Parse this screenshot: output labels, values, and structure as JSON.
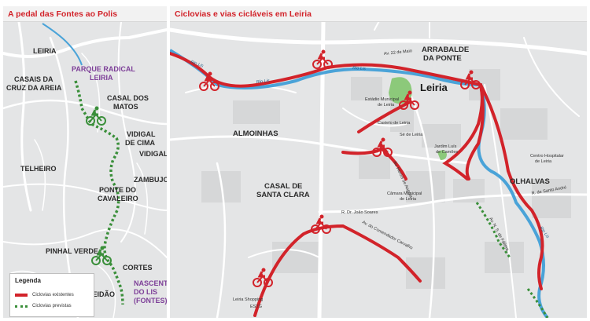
{
  "left_panel": {
    "title": "A pedal das Fontes ao Polis",
    "labels": {
      "leiria": "LEIRIA",
      "parque_line1": "PARQUE RADICAL",
      "parque_line2": "LEIRIA",
      "casais_line1": "CASAIS DA",
      "casais_line2": "CRUZ DA AREIA",
      "casal_matos_line1": "CASAL DOS",
      "casal_matos_line2": "MATOS",
      "vidigal_cima_line1": "VIDIGAL",
      "vidigal_cima_line2": "DE CIMA",
      "vidigal": "VIDIGAL",
      "telheiro": "TELHEIRO",
      "zambujo": "ZAMBUJO",
      "ponte_line1": "PONTE DO",
      "ponte_line2": "CAVALEIRO",
      "pinhal_verde": "PINHAL VERDE",
      "cortes": "CORTES",
      "alqueidao": "ALQUEIDÃO",
      "nascente_line1": "NASCENTE",
      "nascente_line2": "DO LIS",
      "nascente_line3": "(FONTES)"
    },
    "legend": {
      "title": "Legenda",
      "existing": "Ciclovias existentes",
      "planned": "Ciclovias previstas"
    }
  },
  "right_panel": {
    "title": "Ciclovias e vias cicláveis em Leiria",
    "labels": {
      "arrabalde_line1": "ARRABALDE",
      "arrabalde_line2": "DA PONTE",
      "leiria": "Leiria",
      "almoinhas": "ALMOINHAS",
      "casal_sc_line1": "CASAL DE",
      "casal_sc_line2": "SANTA CLARA",
      "olhalvas": "OLHALVAS",
      "estadio_line1": "Estádio Municipal",
      "estadio_line2": "de Leiria",
      "castelo": "Castelo de Leiria",
      "se": "Sé de Leiria",
      "jardim_line1": "Jardim Luís",
      "jardim_line2": "de Camões",
      "camara_line1": "Câmara Municipal",
      "camara_line2": "de Leiria",
      "centro_hosp_line1": "Centro Hospitalar",
      "centro_hosp_line2": "de Leiria",
      "leiria_shopping": "Leiria Shopping",
      "estg": "ESTG",
      "av_22_maio": "Av. 22 de Maio",
      "r_joao_soares": "R. Dr. João Soares",
      "r_santo_andre": "R. de Santo André",
      "av_heroes": "Av. Heróis de Angola",
      "av_comendador": "Av. do Comendador Carvalho",
      "av_nsfatima": "Av. N. S. de Fátima",
      "rio_lis_1": "Rio Lis",
      "rio_lis_2": "Rio Lis",
      "rio_lis_3": "Rio Lis",
      "rio_lis_4": "Rio Lis"
    }
  },
  "colors": {
    "cycle_existing": "#d2232a",
    "cycle_planned": "#3a8f3a",
    "river": "#4aa3d8",
    "map_bg": "#e4e5e6",
    "title_red": "#d2232a",
    "park_green": "#8cc97a"
  }
}
